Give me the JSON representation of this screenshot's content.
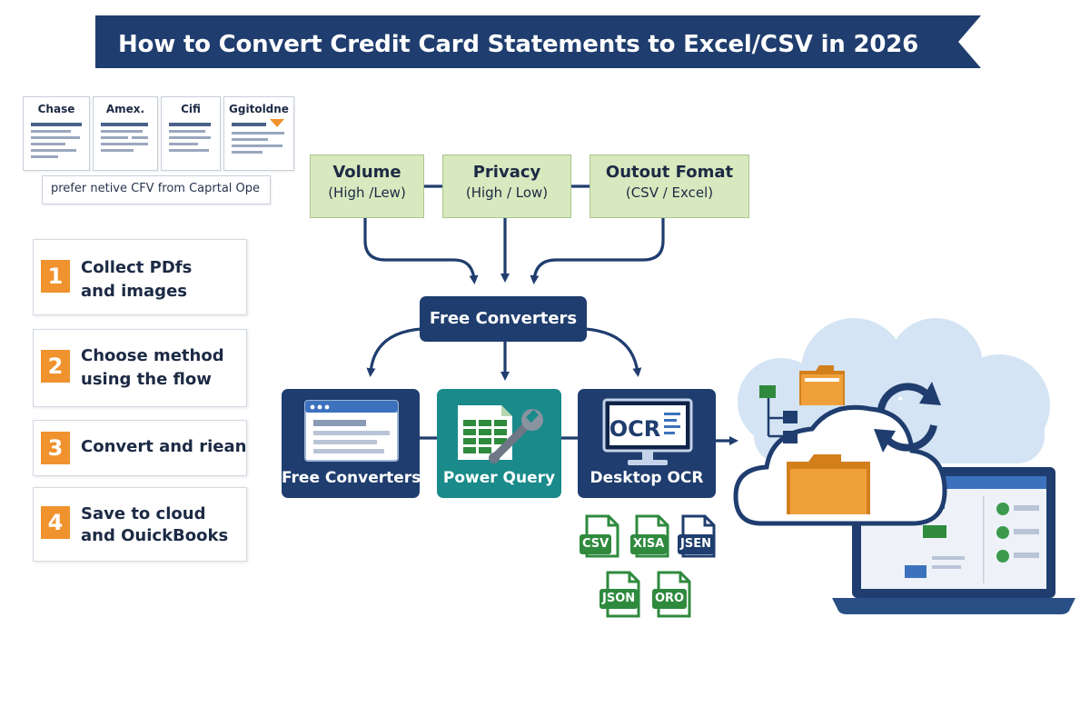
{
  "title": "How to Convert Credit Card Statements to Excel/CSV in 2026",
  "banks": [
    "Chase",
    "Amex.",
    "Cifi",
    "Ggitoldne"
  ],
  "bank_note": "prefer netive CFV from Caprtal Ope",
  "steps": [
    {
      "num": "1",
      "line1": "Collect PDfs",
      "line2": "and images"
    },
    {
      "num": "2",
      "line1": "Choose method",
      "line2": "using the flow"
    },
    {
      "num": "3",
      "line1": "Convert and riean",
      "line2": ""
    },
    {
      "num": "4",
      "line1": "Save to cloud",
      "line2": "and OuickBooks"
    }
  ],
  "criteria": [
    {
      "title": "Volume",
      "sub": "(High /Lew)"
    },
    {
      "title": "Privacy",
      "sub": "(High / Low)"
    },
    {
      "title": "Outout Fomat",
      "sub": "(CSV / Excel)"
    }
  ],
  "center_node": "Free Converters",
  "methods": [
    {
      "label": "Free Converters"
    },
    {
      "label": "Power Query"
    },
    {
      "label": "Desktop OCR",
      "screen_text": "OCR"
    }
  ],
  "file_formats": [
    "CSV",
    "XISA",
    "JSEN",
    "JSON",
    "ORO"
  ],
  "colors": {
    "navy": "#1f3d6e",
    "teal": "#1a8a8a",
    "green_box": "#d8e9bf",
    "orange": "#f0922d",
    "cloud": "#d4e4f4"
  }
}
